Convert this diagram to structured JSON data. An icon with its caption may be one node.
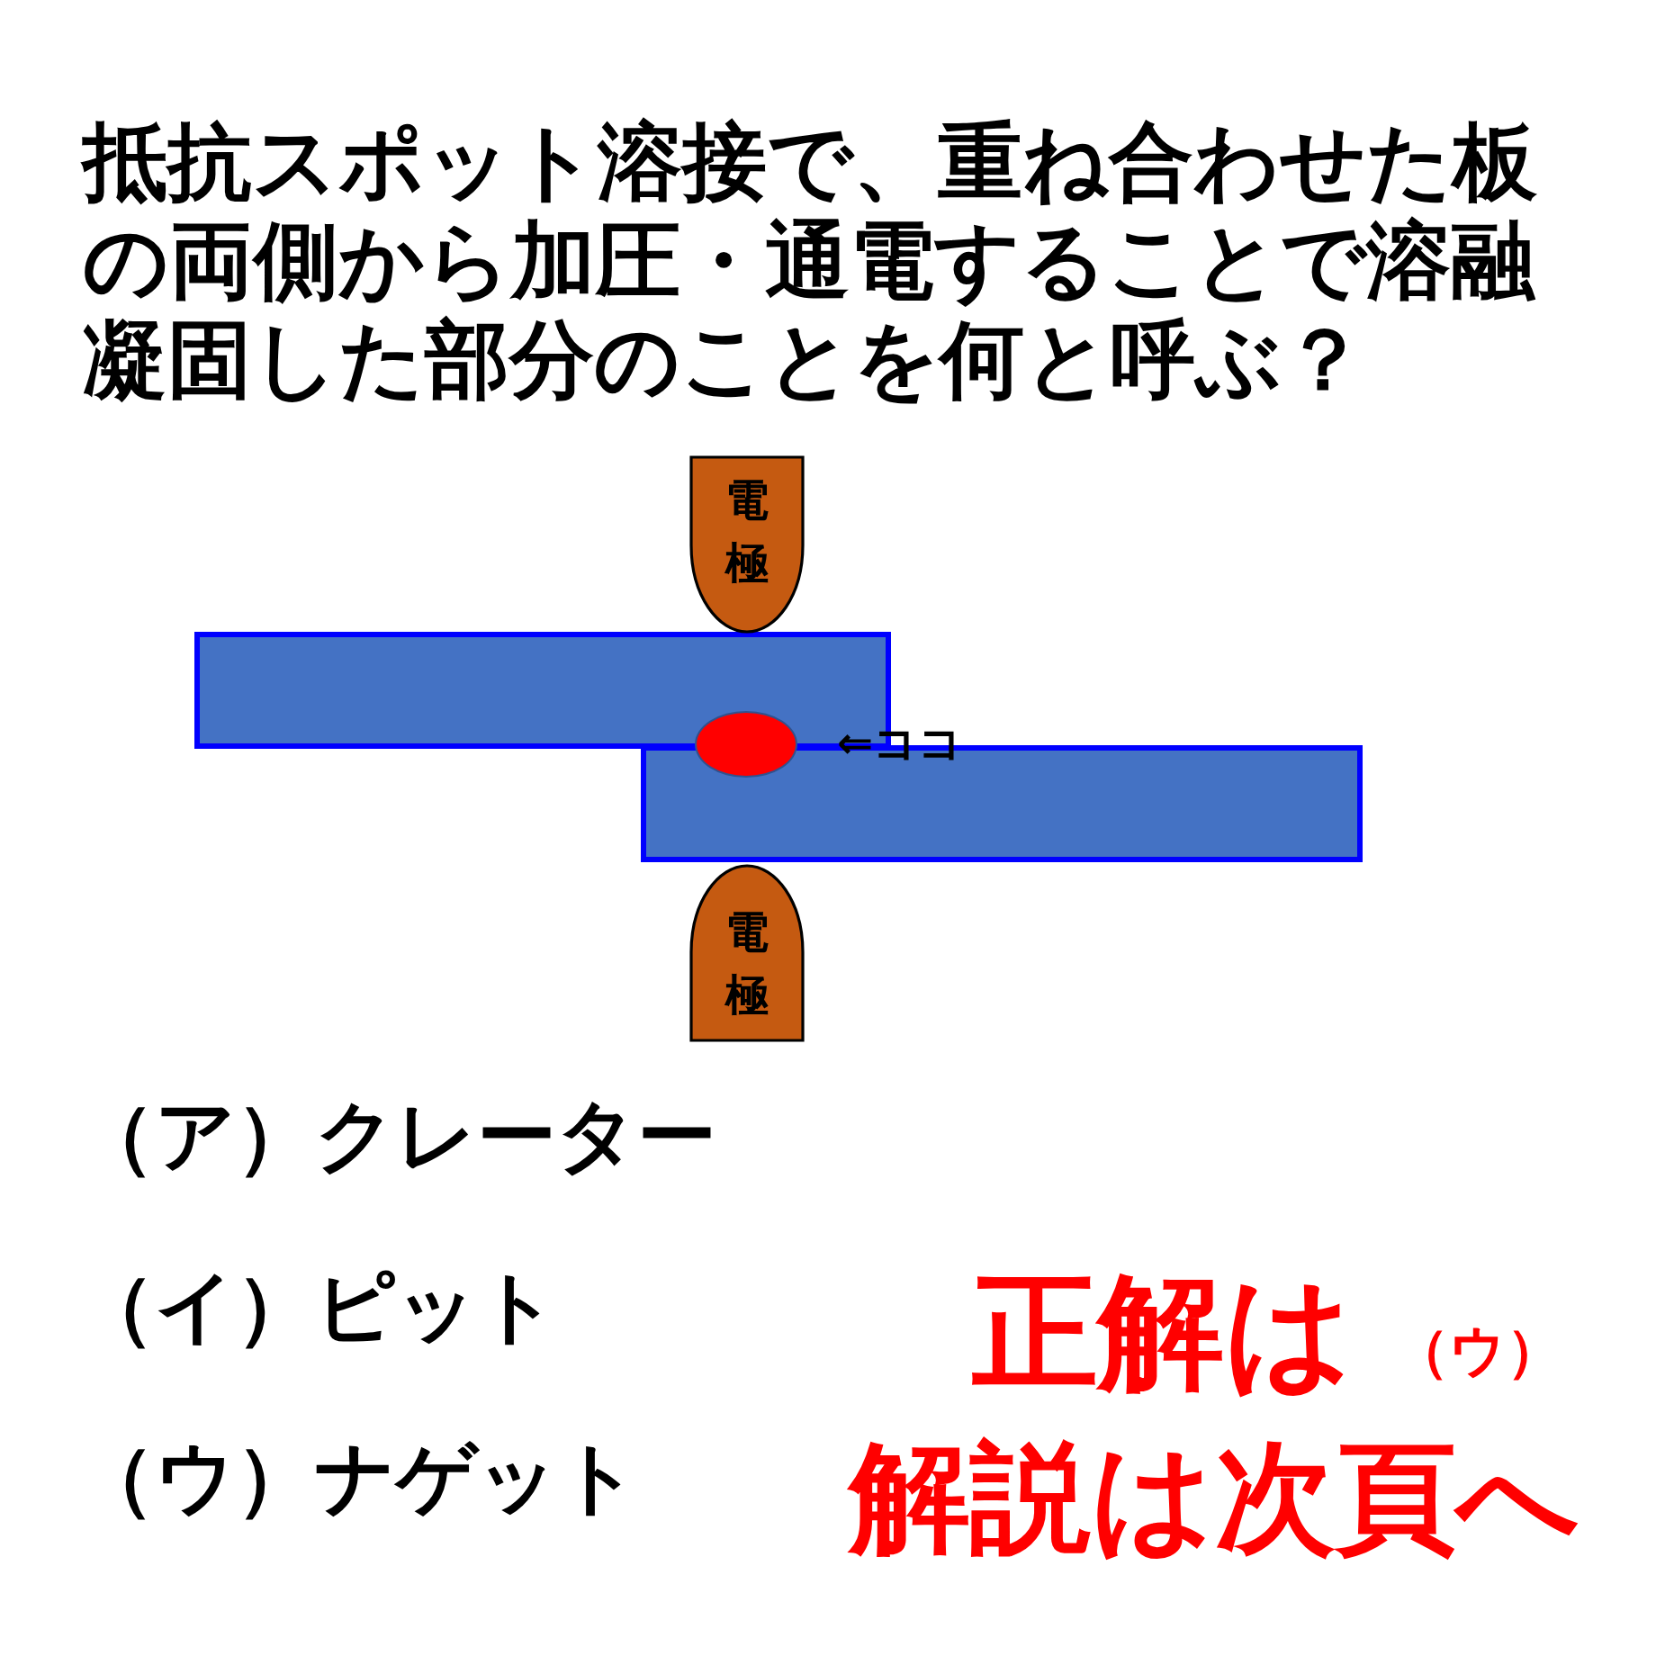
{
  "diagram": {
    "title": "抵抗スポット溶接で、重ね合わせた板の両側から加圧・通電することで溶融凝固した部分のことを何と呼ぶ？",
    "nodes": [
      {
        "text": [
          "電極"
        ]
      },
      {
        "text": [],
        "shape": "bar"
      },
      {
        "text": [],
        "shape": "ellipse"
      },
      {
        "text": [],
        "shape": "bar"
      },
      {
        "text": [
          "電極"
        ]
      }
    ],
    "labels": [
      "⇐ココ",
      "（ア）クレーター",
      "（イ）ピット",
      "（ウ）ナゲット",
      "正解は",
      "（ウ）",
      "解説は次頁へ"
    ]
  }
}
